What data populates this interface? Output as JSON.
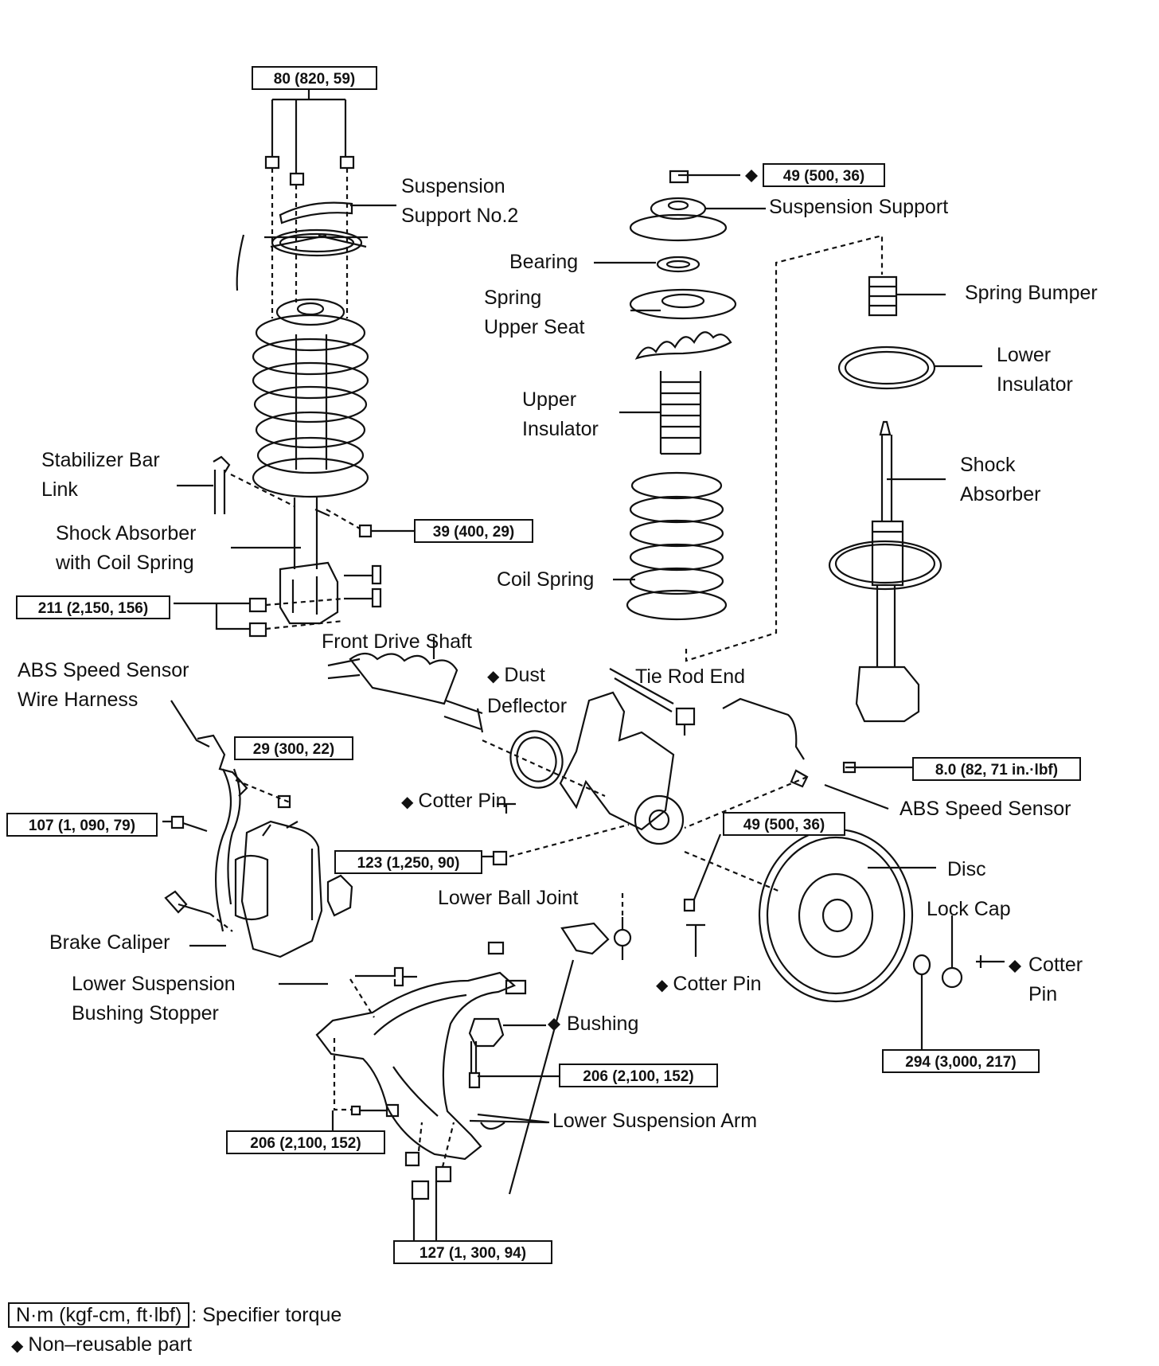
{
  "labels": {
    "susp_support_no2": "Suspension\nSupport No.2",
    "susp_support": "Suspension Support",
    "bearing": "Bearing",
    "spring_upper_seat": "Spring\nUpper Seat",
    "spring_bumper": "Spring Bumper",
    "lower_insulator": "Lower\nInsulator",
    "upper_insulator": "Upper\nInsulator",
    "stabilizer_link": "Stabilizer Bar\nLink",
    "shock_absorber": "Shock\nAbsorber",
    "shock_with_coil": "Shock Absorber\nwith Coil Spring",
    "coil_spring": "Coil Spring",
    "front_drive_shaft": "Front Drive Shaft",
    "abs_harness": "ABS Speed Sensor\nWire Harness",
    "dust_deflector": "Dust\nDeflector",
    "tie_rod_end": "Tie Rod End",
    "cotter_pin_1": "Cotter Pin",
    "abs_sensor": "ABS Speed Sensor",
    "disc": "Disc",
    "lower_ball_joint": "Lower Ball Joint",
    "lock_cap": "Lock Cap",
    "brake_caliper": "Brake Caliper",
    "cotter_pin_2": "Cotter Pin",
    "cotter_pin_3": "Cotter\nPin",
    "lower_susp_bushing_stopper": "Lower Suspension\nBushing Stopper",
    "bushing": "Bushing",
    "lower_susp_arm": "Lower Suspension Arm"
  },
  "torques": {
    "t80": "80 (820, 59)",
    "t49a": "49 (500, 36)",
    "t39": "39 (400, 29)",
    "t211": "211 (2,150, 156)",
    "t29": "29 (300, 22)",
    "t107": "107 (1, 090, 79)",
    "t8": "8.0 (82, 71 in.·lbf)",
    "t123": "123 (1,250, 90)",
    "t49b": "49 (500, 36)",
    "t294": "294 (3,000, 217)",
    "t206a": "206 (2,100, 152)",
    "t206b": "206 (2,100, 152)",
    "t127": "127 (1, 300, 94)"
  },
  "legend": {
    "unit_box": "N·m (kgf-cm, ft·lbf)",
    "unit_text": ": Specifier torque",
    "nonreusable": "Non–reusable part",
    "diamond": "◆"
  }
}
